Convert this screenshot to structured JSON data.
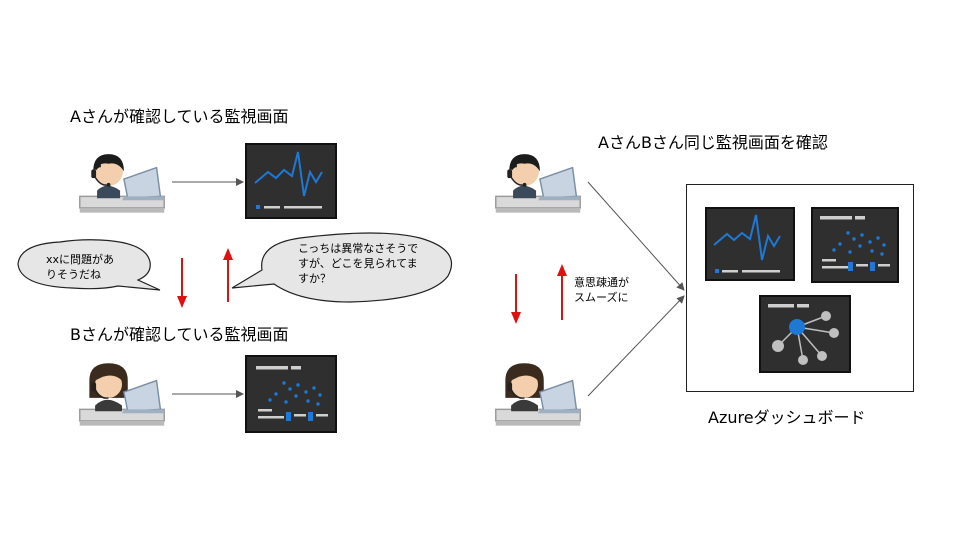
{
  "left": {
    "title_a": "Aさんが確認している監視画面",
    "title_b": "Bさんが確認している監視画面",
    "bubble_a": [
      "xxに問題があ",
      "りそうだね"
    ],
    "bubble_b": [
      "こっちは異常なさそうで",
      "すが、どこを見られてま",
      "すか？"
    ]
  },
  "right": {
    "title": "AさんBさん同じ監視画面を確認",
    "note": [
      "意思疎通が",
      "スムーズに"
    ],
    "dashboard_label": "Azureダッシュボード"
  },
  "colors": {
    "monitor_bg": "#2f2f2f",
    "accent_blue": "#1e78d6",
    "arrow_red": "#e01010",
    "line_gray": "#555555",
    "node_gray": "#bfbfbf"
  },
  "icons": [
    "person-at-laptop-icon",
    "line-chart-panel-icon",
    "scatter-panel-icon",
    "network-graph-panel-icon"
  ]
}
